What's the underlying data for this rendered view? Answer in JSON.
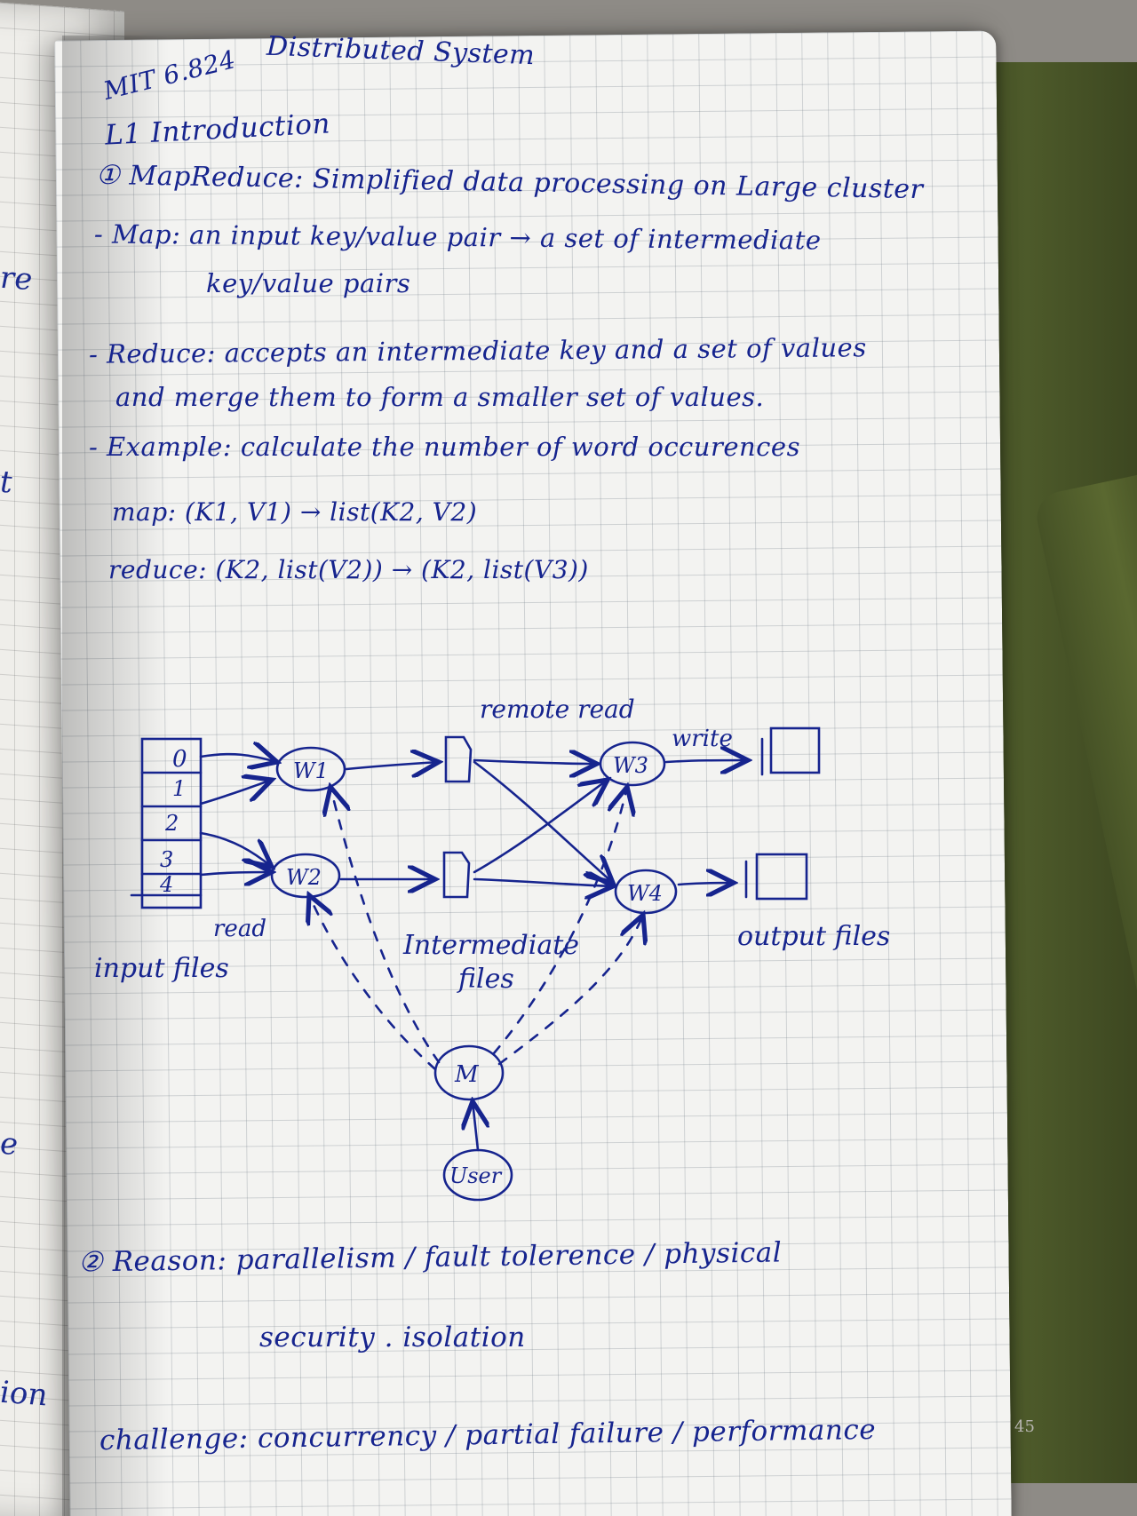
{
  "header": {
    "course": "MIT 6.824",
    "title": "Distributed System"
  },
  "lecture": "L1  Introduction",
  "section1": {
    "marker": "①",
    "title": "MapReduce: Simplified data processing on Large cluster",
    "map_line1": "- Map: an input key/value pair → a set of intermediate",
    "map_line2": "key/value pairs",
    "reduce_line1": "- Reduce: accepts an intermediate key and a set of values",
    "reduce_line2": "and merge them to form a smaller set of values.",
    "example": "- Example: calculate the number of word occurences",
    "map_sig": "map:   (K1, V1)  →  list(K2, V2)",
    "reduce_sig": "reduce: (K2, list(V2))  →  (K2, list(V3))"
  },
  "diagram": {
    "input_slots": [
      "0",
      "1",
      "2",
      "3",
      "4"
    ],
    "w1": "W1",
    "w2": "W2",
    "w3": "W3",
    "w4": "W4",
    "master": "M",
    "user": "User",
    "remote_read": "remote read",
    "write": "write",
    "read": "read",
    "input_files": "input files",
    "intermediate_files_1": "Intermediate",
    "intermediate_files_2": "files",
    "output_files": "output files"
  },
  "section2": {
    "marker": "②",
    "reason_line1": "Reason: parallelism / fault tolerence / physical",
    "reason_line2": "security . isolation",
    "challenge": "challenge: concurrency / partial failure / performance"
  },
  "page_number": "45",
  "left_page_fragments": [
    "re",
    "t",
    "e",
    "ion"
  ],
  "colors": {
    "ink": "#16248e",
    "paper": "#f3f3f1",
    "cover": "#4d5a2a"
  }
}
